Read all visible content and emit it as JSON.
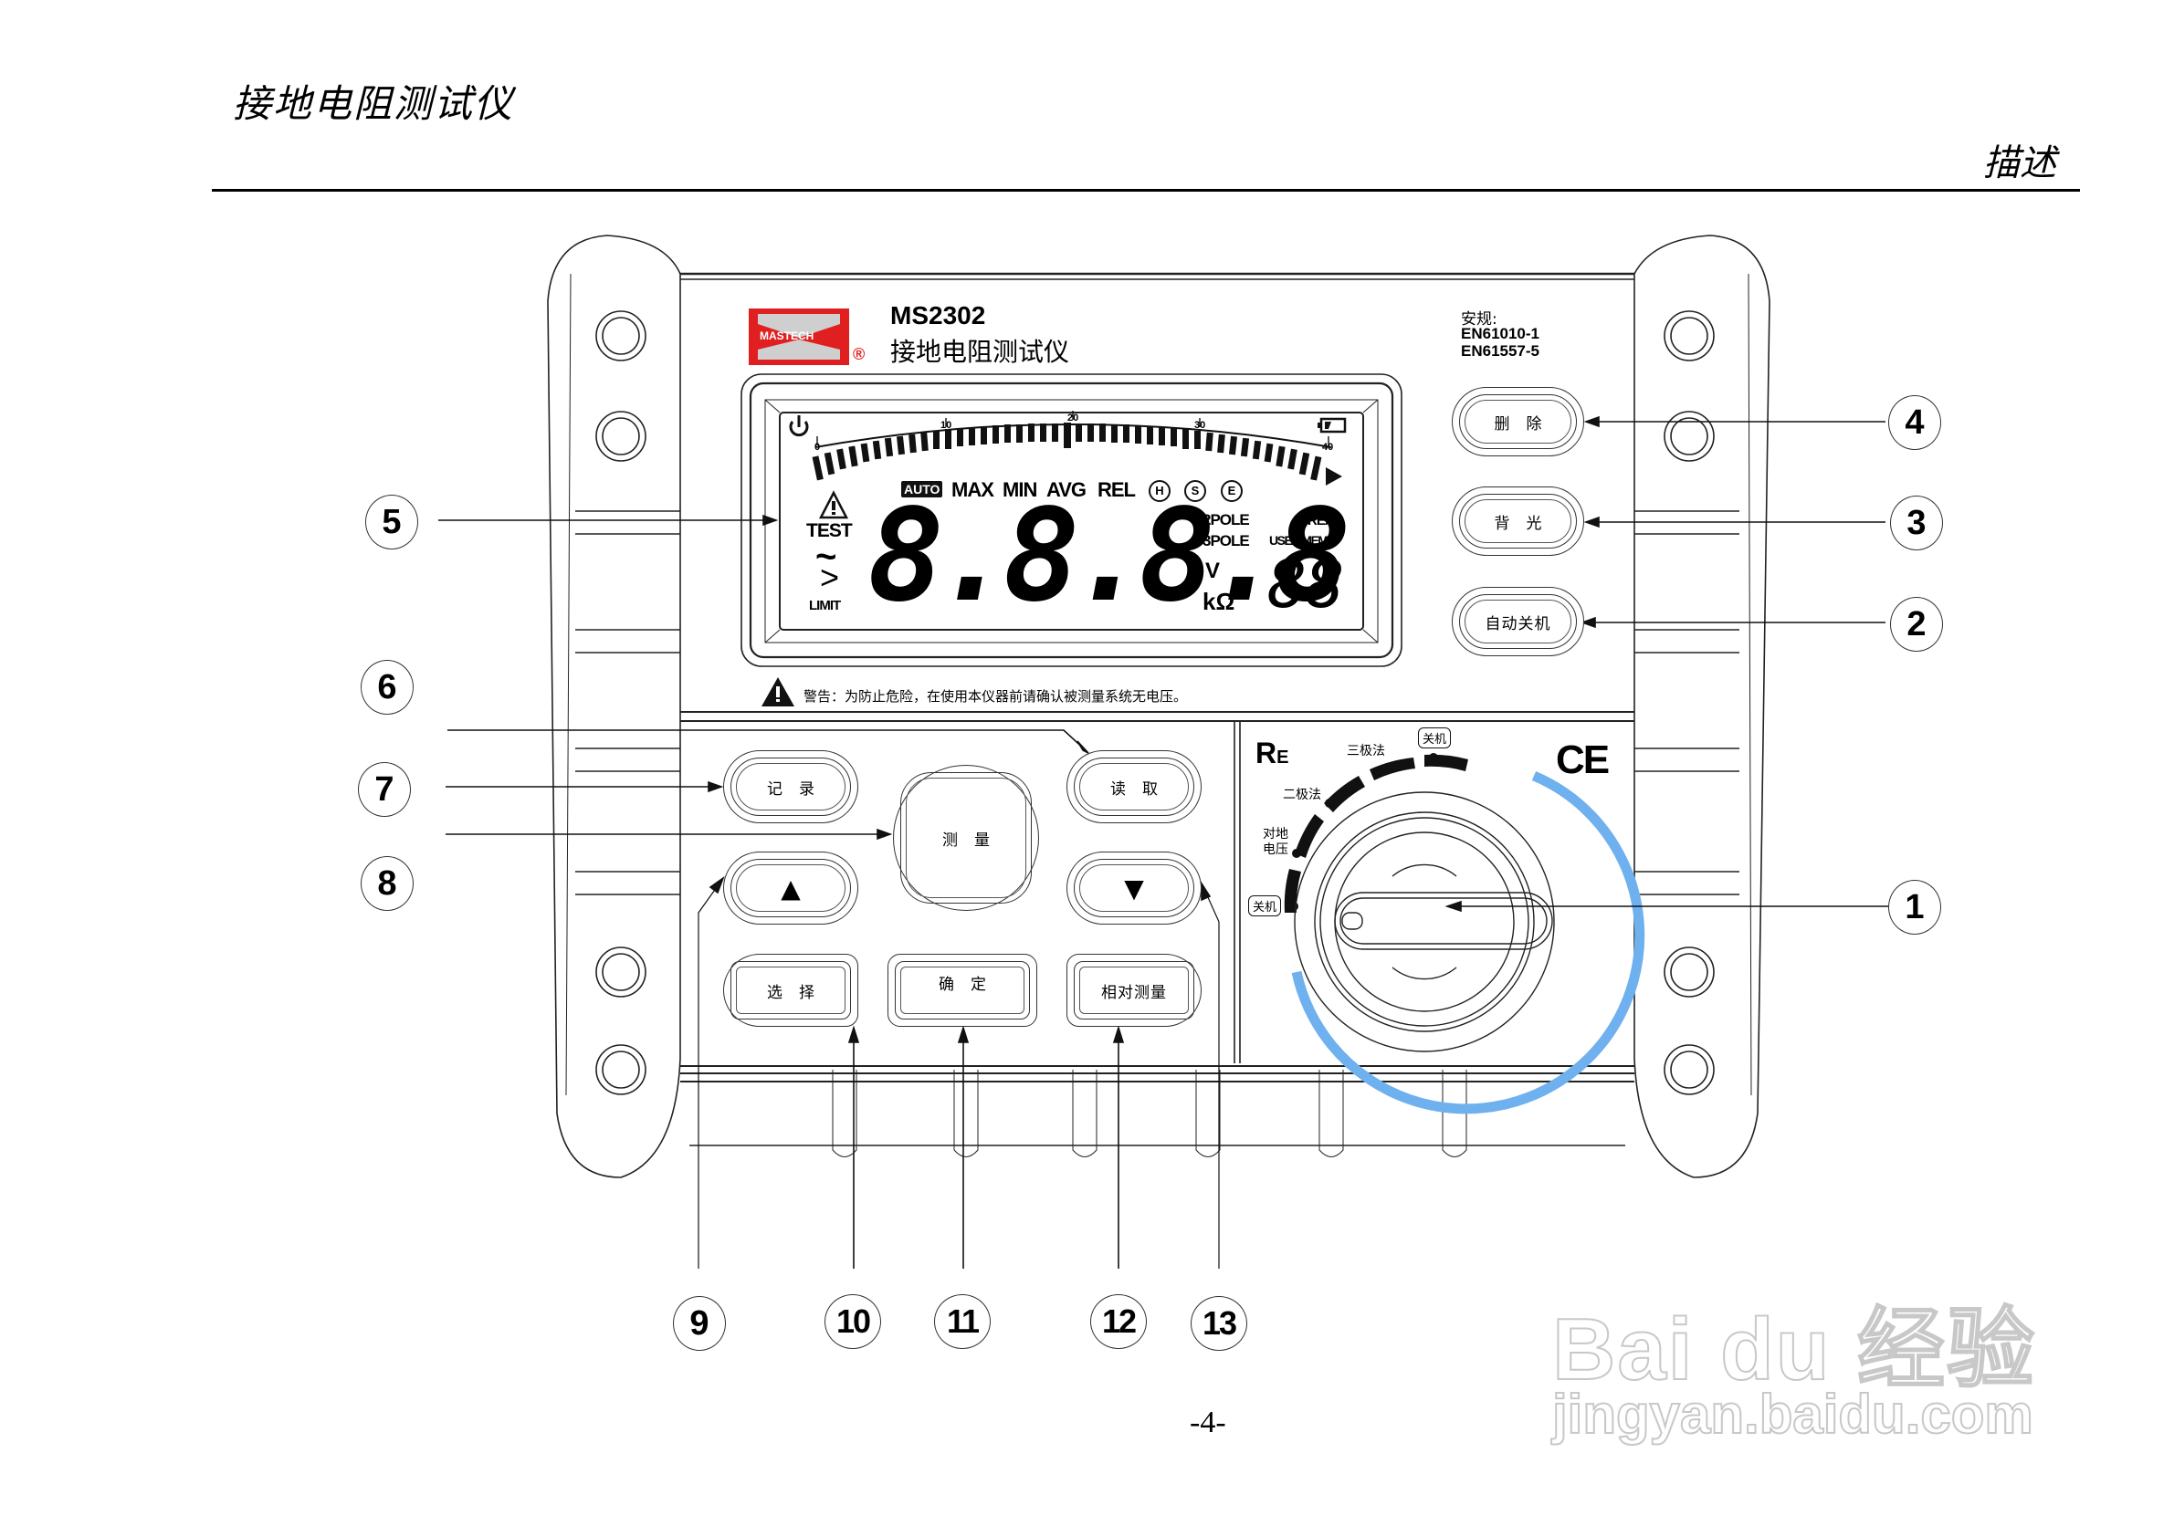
{
  "header": {
    "doc_title": "接地电阻测试仪",
    "section": "描述"
  },
  "device": {
    "brand": "MASTECH",
    "registered": "®",
    "model": "MS2302",
    "name": "接地电阻测试仪",
    "safety_label": "安规:",
    "standards": [
      "EN61010-1",
      "EN61557-5"
    ],
    "ce_mark": "CE",
    "warning": "警告：为防止危险，在使用本仪器前请确认被测量系统无电压。"
  },
  "lcd": {
    "scale_ticks": [
      "0",
      "10",
      "20",
      "30",
      "40"
    ],
    "mode_auto": "AUTO",
    "modes": [
      "MAX",
      "MIN",
      "AVG",
      "REL"
    ],
    "circled": [
      "H",
      "S",
      "E"
    ],
    "test": "TEST",
    "limit": "LIMIT",
    "tilde": "~",
    "greater": ">",
    "main_digits": "8.8.8.8",
    "pole2": "2POLE",
    "pole3": "3POLE",
    "unit_v": "V",
    "unit_kohm": "kΩ",
    "read": "READ",
    "used_memo": "USED MEMO",
    "memo_digits": "88"
  },
  "buttons": {
    "delete": "删除",
    "backlight": "背光",
    "auto_off": "自动关机",
    "record": "记录",
    "measure": "测量",
    "read": "读取",
    "up": "▲",
    "down": "▼",
    "select": "选择",
    "confirm": "确定",
    "relative": "相对测量"
  },
  "dial": {
    "title_r": "R",
    "title_sub": "E",
    "positions": [
      "关机",
      "对地电压",
      "二极法",
      "三极法",
      "关机"
    ],
    "ground_voltage_line1": "对地",
    "ground_voltage_line2": "电压",
    "accent_color": "#6fb1ee"
  },
  "callouts": {
    "c1": "1",
    "c2": "2",
    "c3": "3",
    "c4": "4",
    "c5": "5",
    "c6": "6",
    "c7": "7",
    "c8": "8",
    "c9": "9",
    "c10": "10",
    "c11": "11",
    "c12": "12",
    "c13": "13"
  },
  "footer": {
    "page_number": "-4-"
  },
  "watermark": {
    "brand": "Bai du 经验",
    "url": "jingyan.baidu.com"
  }
}
